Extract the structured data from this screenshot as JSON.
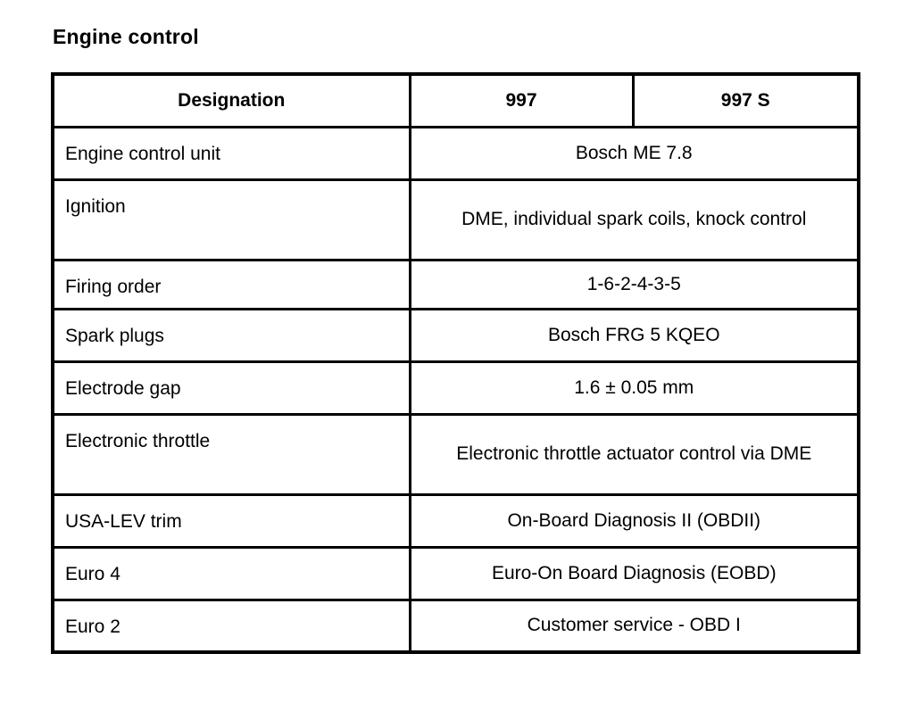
{
  "page": {
    "title": "Engine control"
  },
  "table": {
    "headers": {
      "designation": "Designation",
      "col_997": "997",
      "col_997s": "997 S"
    },
    "rows": [
      {
        "label": "Engine control unit",
        "value": "Bosch ME 7.8"
      },
      {
        "label": "Ignition",
        "value": "DME, individual spark coils, knock control"
      },
      {
        "label": "Firing order",
        "value": "1-6-2-4-3-5"
      },
      {
        "label": "Spark plugs",
        "value": "Bosch FRG 5 KQEO"
      },
      {
        "label": "Electrode gap",
        "value": "1.6 ± 0.05 mm"
      },
      {
        "label": "Electronic throttle",
        "value": "Electronic throttle actuator control via DME"
      },
      {
        "label": "USA-LEV trim",
        "value": "On-Board Diagnosis II (OBDII)"
      },
      {
        "label": "Euro 4",
        "value": "Euro-On Board Diagnosis (EOBD)"
      },
      {
        "label": "Euro 2",
        "value": "Customer service - OBD I"
      }
    ]
  }
}
